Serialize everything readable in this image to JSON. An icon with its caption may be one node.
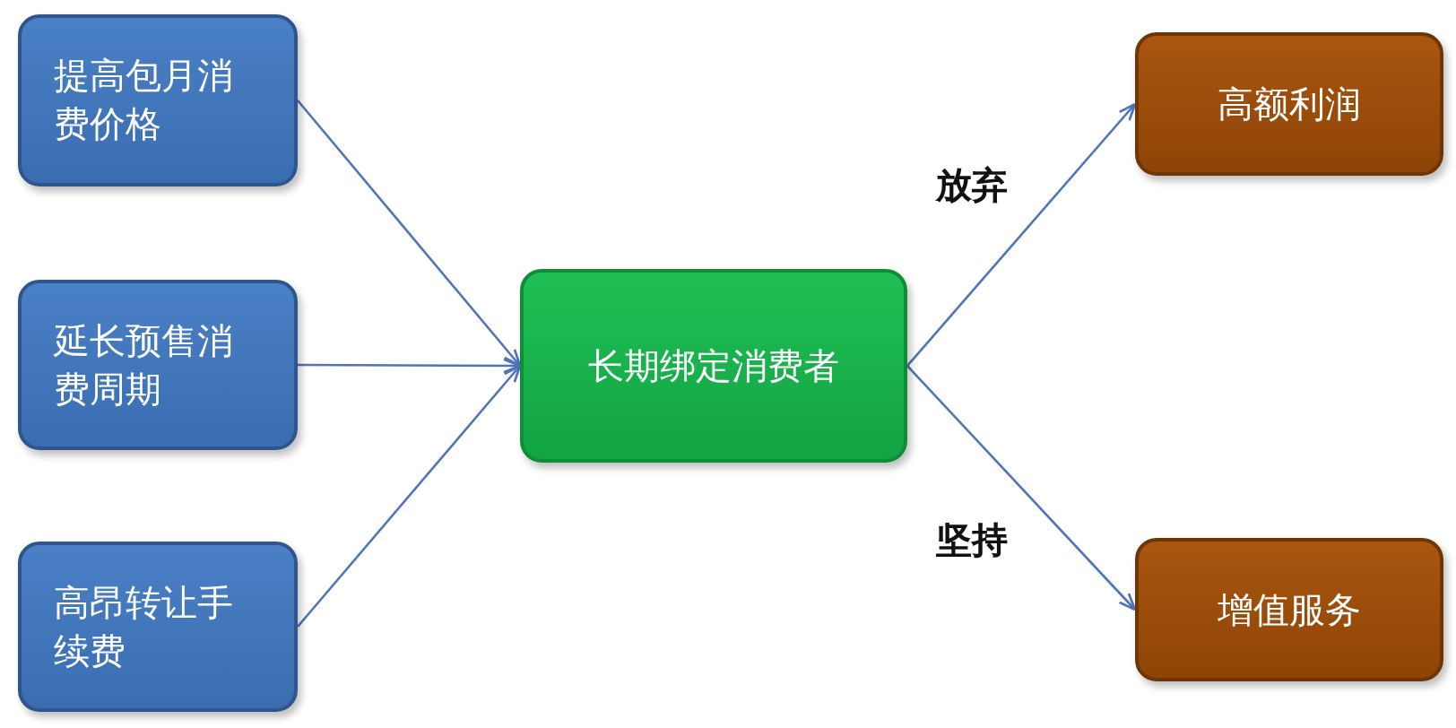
{
  "diagram": {
    "nodes": [
      {
        "text": [
          "提高包月消费价格"
        ]
      },
      {
        "text": [
          "延长预售消费周期"
        ]
      },
      {
        "text": [
          "高昂转让手续费"
        ]
      },
      {
        "text": [
          "长期绑定消费者"
        ]
      },
      {
        "text": [
          "高额利润"
        ]
      },
      {
        "text": [
          "增值服务"
        ]
      }
    ],
    "edges": [
      {
        "from": 0,
        "to": 3,
        "arrow": "to"
      },
      {
        "from": 1,
        "to": 3,
        "arrow": "to"
      },
      {
        "from": 2,
        "to": 3,
        "arrow": "to"
      },
      {
        "from": 3,
        "to": 4,
        "arrow": "to",
        "label": "放弃"
      },
      {
        "from": 3,
        "to": 5,
        "arrow": "to",
        "label": "坚持"
      }
    ]
  }
}
